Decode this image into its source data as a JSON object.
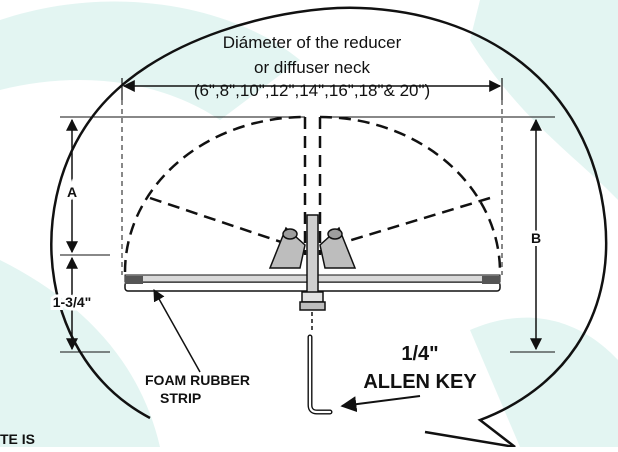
{
  "diagram": {
    "dimension_label_line1": "Diámeter of the reducer",
    "dimension_label_line2": "or  diffuser neck",
    "dimension_label_line3": "(6\",8\",10\",12\",14\",16\",18\"& 20\")",
    "label_a": "A",
    "label_b": "B",
    "label_offset": "1-3/4\"",
    "foam_label_line1": "FOAM RUBBER",
    "foam_label_line2": "STRIP",
    "key_label_line1": "1/4\"",
    "key_label_line2": "ALLEN KEY",
    "cutoff_text": "TE IS"
  },
  "colors": {
    "background_shape": "#e3f5f2",
    "line": "#111111",
    "dashed_stroke": "#111111"
  }
}
